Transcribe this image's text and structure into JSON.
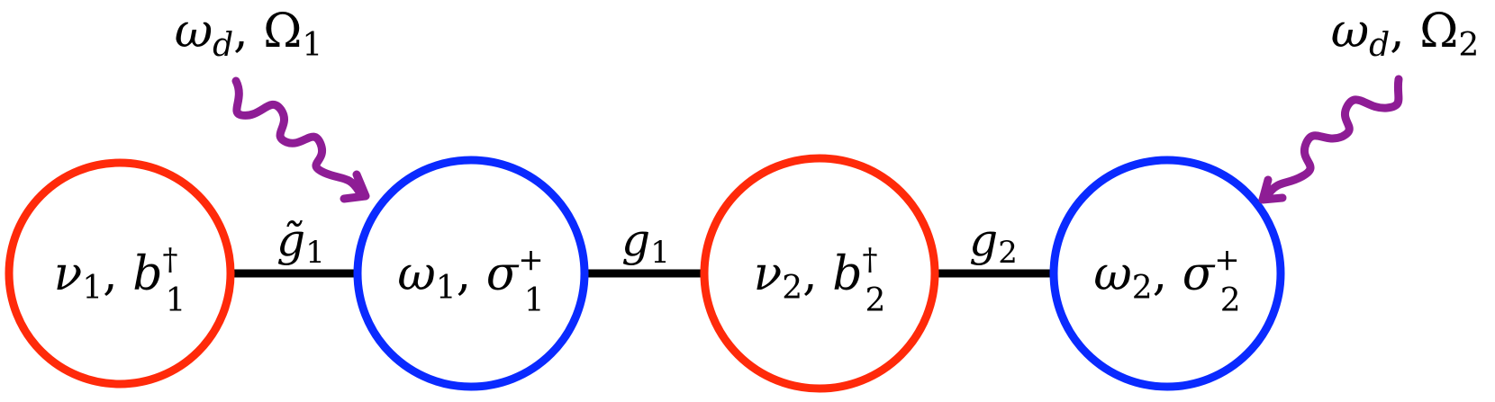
{
  "colors": {
    "phonon_mode": "#ff2a0a",
    "qubit_mode": "#0a2aff",
    "drive": "#8e1d95",
    "coupling": "#000000"
  },
  "nodes": [
    {
      "id": "phonon-1",
      "kind": "phonon",
      "freq": "ν",
      "freq_sub": "1",
      "op": "b",
      "op_sub": "1",
      "op_sup": "†"
    },
    {
      "id": "qubit-1",
      "kind": "qubit",
      "freq": "ω",
      "freq_sub": "1",
      "op": "σ",
      "op_sub": "1",
      "op_sup": "+"
    },
    {
      "id": "phonon-2",
      "kind": "phonon",
      "freq": "ν",
      "freq_sub": "2",
      "op": "b",
      "op_sub": "2",
      "op_sup": "†"
    },
    {
      "id": "qubit-2",
      "kind": "qubit",
      "freq": "ω",
      "freq_sub": "2",
      "op": "σ",
      "op_sub": "2",
      "op_sup": "+"
    }
  ],
  "couplings": [
    {
      "symbol": "g̃",
      "sub": "1"
    },
    {
      "symbol": "g",
      "sub": "1"
    },
    {
      "symbol": "g",
      "sub": "2"
    }
  ],
  "drives": [
    {
      "target": "qubit-1",
      "freq": "ω",
      "freq_sub": "d",
      "rabi": "Ω",
      "rabi_sub": "1"
    },
    {
      "target": "qubit-2",
      "freq": "ω",
      "freq_sub": "d",
      "rabi": "Ω",
      "rabi_sub": "2"
    }
  ]
}
